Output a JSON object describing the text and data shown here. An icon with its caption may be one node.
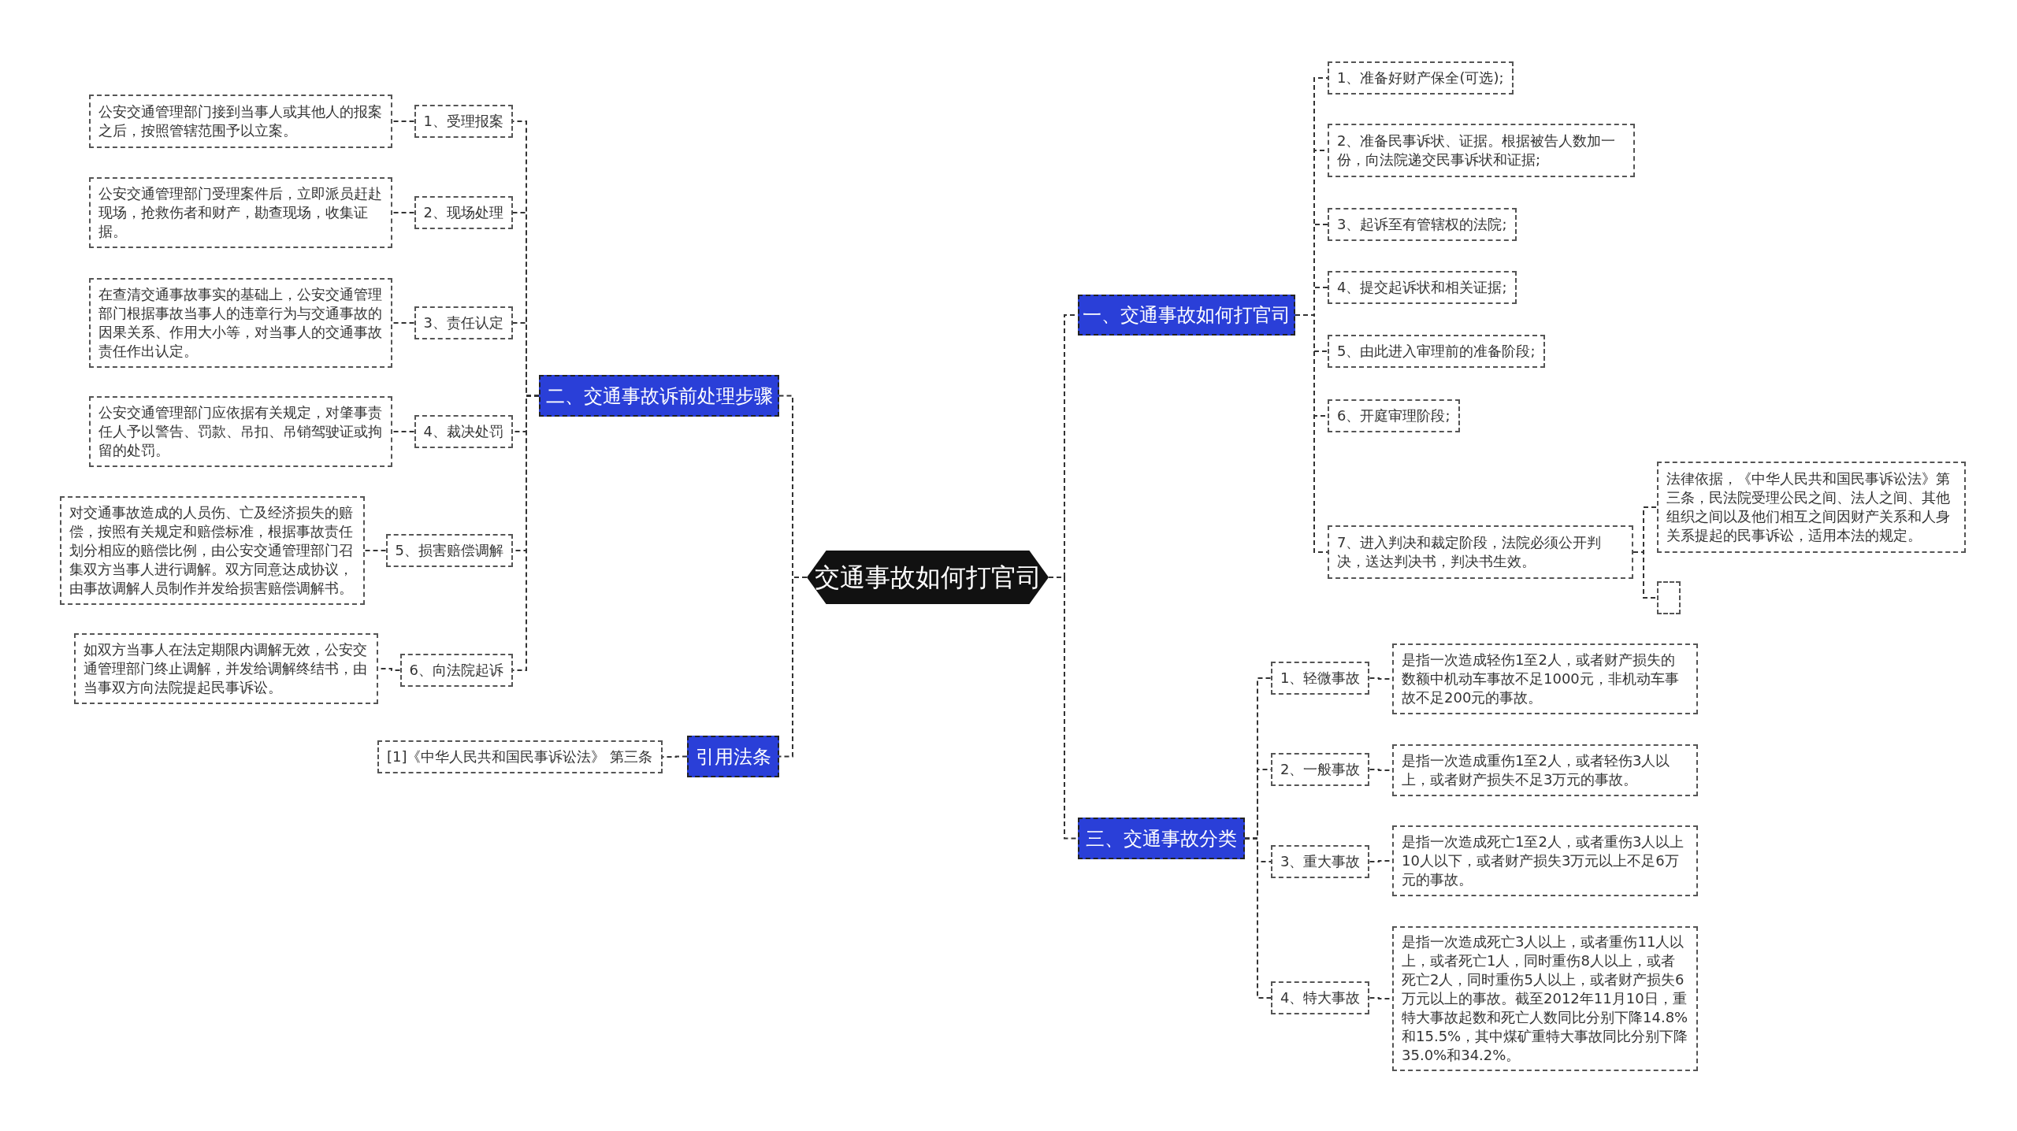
{
  "diagram": {
    "nodes": [
      {
        "text": [
          "交通事故如何打官司"
        ]
      },
      {
        "text": [
          "一、交通事故如何打官司"
        ]
      },
      {
        "text": [
          "1、准备好财产保全(可选);"
        ]
      },
      {
        "text": [
          "2、准备民事诉状、证据。根据被告人数加一份，向法院递交民事诉状和证据;"
        ]
      },
      {
        "text": [
          "3、起诉至有管辖权的法院;"
        ]
      },
      {
        "text": [
          "4、提交起诉状和相关证据;"
        ]
      },
      {
        "text": [
          "5、由此进入审理前的准备阶段;"
        ]
      },
      {
        "text": [
          "6、开庭审理阶段;"
        ]
      },
      {
        "text": [
          "7、进入判决和裁定阶段，法院必须公开判决，送达判决书，判决书生效。"
        ]
      },
      {
        "text": [
          "法律依据，《中华人民共和国民事诉讼法》第三条，民法院受理公民之间、法人之间、其他组织之间以及他们相互之间因财产关系和人身关系提起的民事诉讼，适用本法的规定。"
        ]
      },
      {
        "text": [],
        "shape": "box"
      },
      {
        "text": [
          "三、交通事故分类"
        ]
      },
      {
        "text": [
          "1、轻微事故"
        ]
      },
      {
        "text": [
          "是指一次造成轻伤1至2人，或者财产损失的数额中机动车事故不足1000元，非机动车事故不足200元的事故。"
        ]
      },
      {
        "text": [
          "2、一般事故"
        ]
      },
      {
        "text": [
          "是指一次造成重伤1至2人，或者轻伤3人以上，或者财产损失不足3万元的事故。"
        ]
      },
      {
        "text": [
          "3、重大事故"
        ]
      },
      {
        "text": [
          "是指一次造成死亡1至2人，或者重伤3人以上10人以下，或者财产损失3万元以上不足6万元的事故。"
        ]
      },
      {
        "text": [
          "4、特大事故"
        ]
      },
      {
        "text": [
          "是指一次造成死亡3人以上，或者重伤11人以上，或者死亡1人，同时重伤8人以上，或者死亡2人，同时重伤5人以上，或者财产损失6万元以上的事故。截至2012年11月10日，重特大事故起数和死亡人数同比分别下降14.8%和15.5%，其中煤矿重特大事故同比分别下降35.0%和34.2%。"
        ]
      },
      {
        "text": [
          "二、交通事故诉前处理步骤"
        ]
      },
      {
        "text": [
          "1、受理报案"
        ]
      },
      {
        "text": [
          "公安交通管理部门接到当事人或其他人的报案之后，按照管辖范围予以立案。"
        ]
      },
      {
        "text": [
          "2、现场处理"
        ]
      },
      {
        "text": [
          "公安交通管理部门受理案件后，立即派员赶赴现场，抢救伤者和财产，勘查现场，收集证据。"
        ]
      },
      {
        "text": [
          "3、责任认定"
        ]
      },
      {
        "text": [
          "在查清交通事故事实的基础上，公安交通管理部门根据事故当事人的违章行为与交通事故的因果关系、作用大小等，对当事人的交通事故责任作出认定。"
        ]
      },
      {
        "text": [
          "4、裁决处罚"
        ]
      },
      {
        "text": [
          "公安交通管理部门应依据有关规定，对肇事责任人予以警告、罚款、吊扣、吊销驾驶证或拘留的处罚。"
        ]
      },
      {
        "text": [
          "5、损害赔偿调解"
        ]
      },
      {
        "text": [
          "对交通事故造成的人员伤、亡及经济损失的赔偿，按照有关规定和赔偿标准，根据事故责任划分相应的赔偿比例，由公安交通管理部门召集双方当事人进行调解。双方同意达成协议，由事故调解人员制作并发给损害赔偿调解书。"
        ]
      },
      {
        "text": [
          "6、向法院起诉"
        ]
      },
      {
        "text": [
          "如双方当事人在法定期限内调解无效，公安交通管理部门终止调解，并发给调解终结书，由当事双方向法院提起民事诉讼。"
        ]
      },
      {
        "text": [
          "引用法条"
        ]
      },
      {
        "text": [
          "[1]《中华人民共和国民事诉讼法》 第三条"
        ]
      }
    ],
    "edges": [
      {
        "from": 0,
        "to": 1,
        "arrow": "none"
      },
      {
        "from": 1,
        "to": 2,
        "arrow": "none"
      },
      {
        "from": 1,
        "to": 3,
        "arrow": "none"
      },
      {
        "from": 1,
        "to": 4,
        "arrow": "none"
      },
      {
        "from": 1,
        "to": 5,
        "arrow": "none"
      },
      {
        "from": 1,
        "to": 6,
        "arrow": "none"
      },
      {
        "from": 1,
        "to": 7,
        "arrow": "none"
      },
      {
        "from": 1,
        "to": 8,
        "arrow": "none"
      },
      {
        "from": 8,
        "to": 9,
        "arrow": "none"
      },
      {
        "from": 8,
        "to": 10,
        "arrow": "none"
      },
      {
        "from": 0,
        "to": 11,
        "arrow": "none"
      },
      {
        "from": 11,
        "to": 12,
        "arrow": "none"
      },
      {
        "from": 12,
        "to": 13,
        "arrow": "none"
      },
      {
        "from": 11,
        "to": 14,
        "arrow": "none"
      },
      {
        "from": 14,
        "to": 15,
        "arrow": "none"
      },
      {
        "from": 11,
        "to": 16,
        "arrow": "none"
      },
      {
        "from": 16,
        "to": 17,
        "arrow": "none"
      },
      {
        "from": 11,
        "to": 18,
        "arrow": "none"
      },
      {
        "from": 18,
        "to": 19,
        "arrow": "none"
      },
      {
        "from": 0,
        "to": 20,
        "arrow": "none"
      },
      {
        "from": 20,
        "to": 21,
        "arrow": "none"
      },
      {
        "from": 21,
        "to": 22,
        "arrow": "none"
      },
      {
        "from": 20,
        "to": 23,
        "arrow": "none"
      },
      {
        "from": 23,
        "to": 24,
        "arrow": "none"
      },
      {
        "from": 20,
        "to": 25,
        "arrow": "none"
      },
      {
        "from": 25,
        "to": 26,
        "arrow": "none"
      },
      {
        "from": 20,
        "to": 27,
        "arrow": "none"
      },
      {
        "from": 27,
        "to": 28,
        "arrow": "none"
      },
      {
        "from": 20,
        "to": 29,
        "arrow": "none"
      },
      {
        "from": 29,
        "to": 30,
        "arrow": "none"
      },
      {
        "from": 20,
        "to": 31,
        "arrow": "none"
      },
      {
        "from": 31,
        "to": 32,
        "arrow": "none"
      },
      {
        "from": 0,
        "to": 33,
        "arrow": "none"
      },
      {
        "from": 33,
        "to": 34,
        "arrow": "none"
      }
    ]
  }
}
